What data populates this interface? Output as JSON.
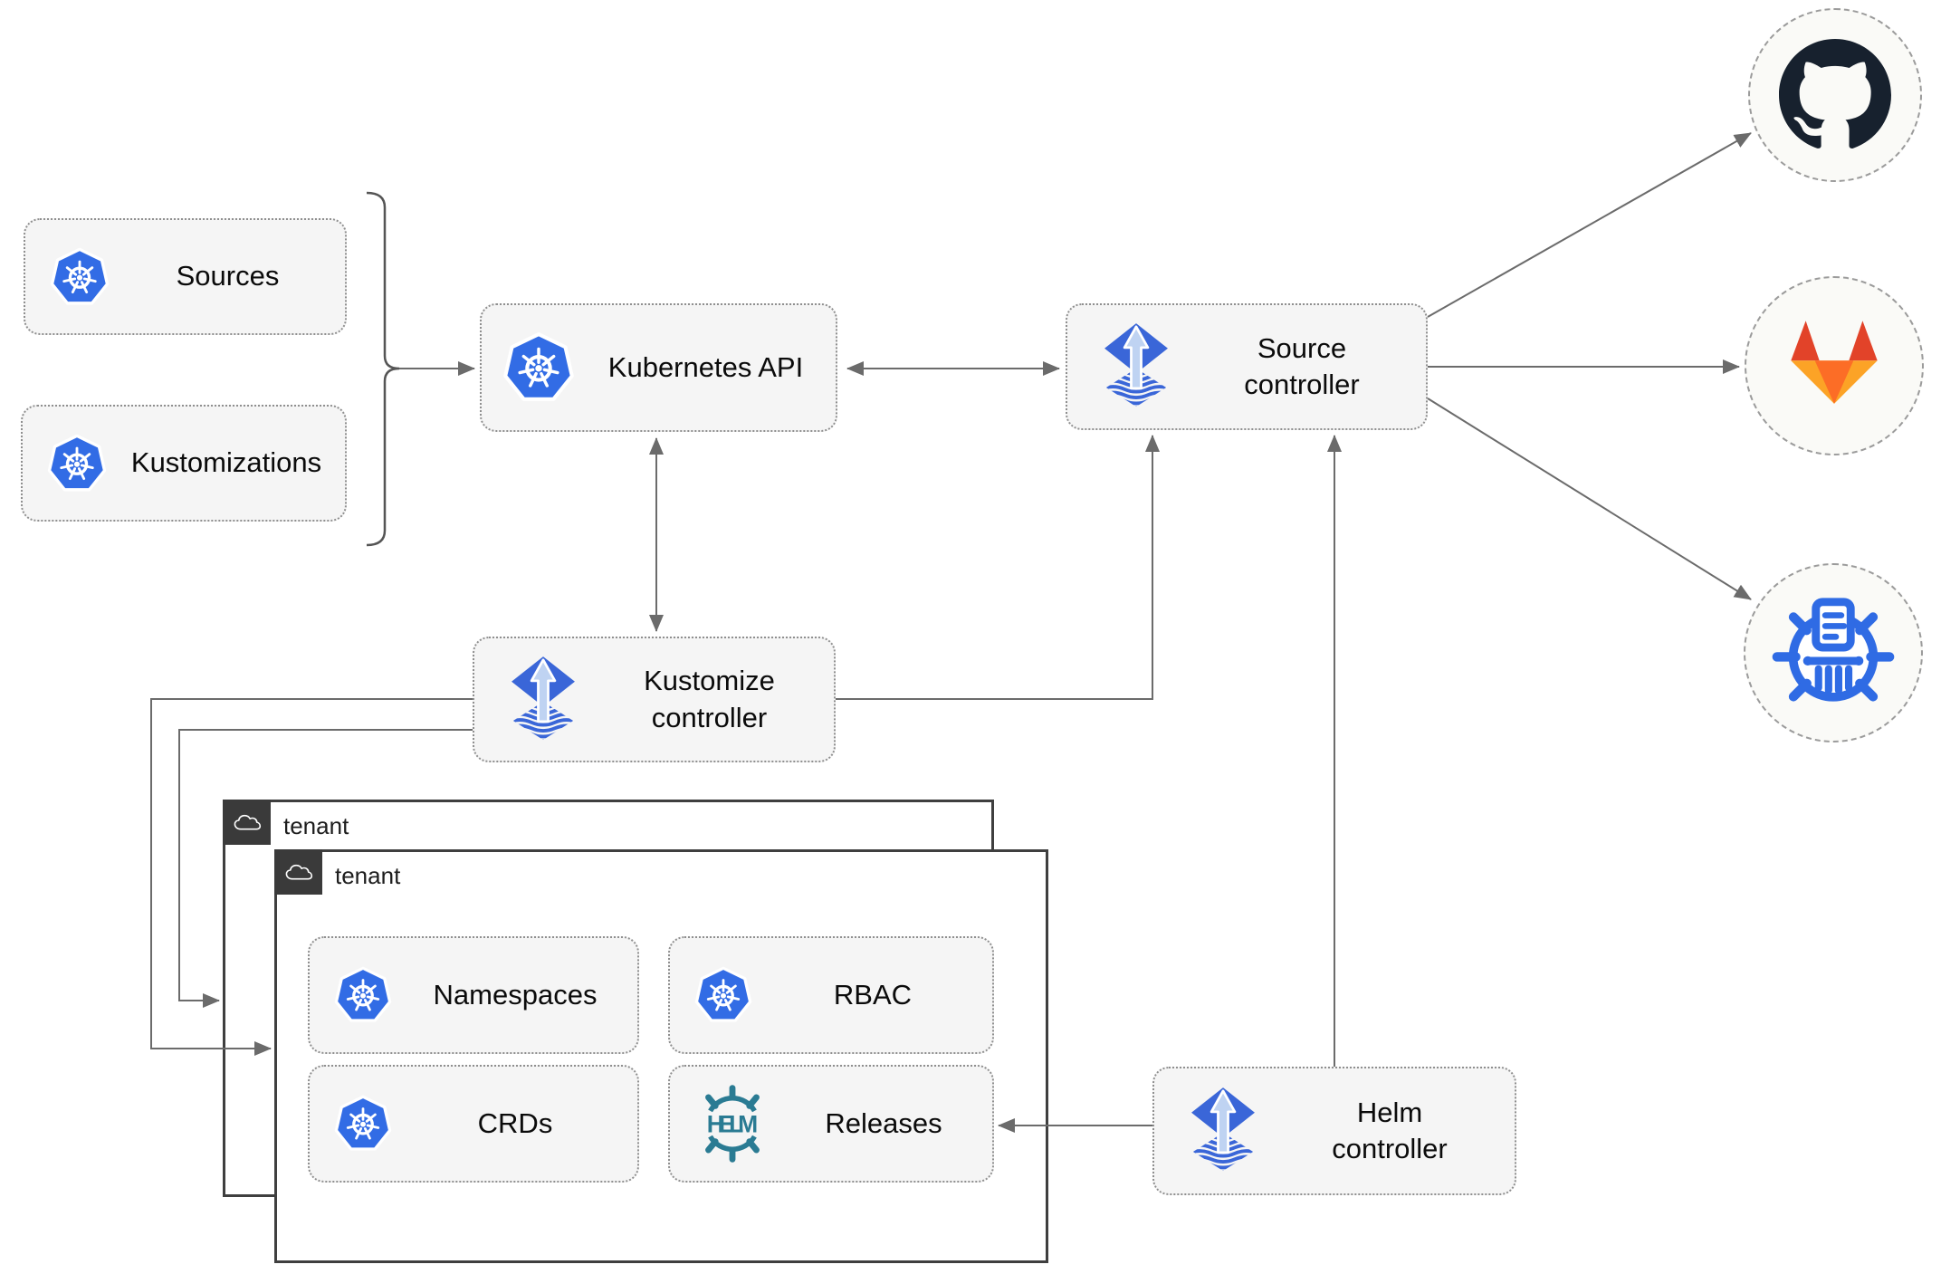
{
  "colors": {
    "k8s_blue": "#326CE5",
    "flux_blue": "#3A66D8",
    "flux_arrow": "#BFD3F2",
    "helm_teal": "#2A7B93",
    "github_dark": "#17212E",
    "gitlab_red": "#E24329",
    "gitlab_orange": "#FC6D26",
    "gitlab_yellow": "#FCA326",
    "chartmuseum_blue": "#2F6BE4",
    "line_gray": "#6B6B6B",
    "node_fill": "#F5F5F5",
    "node_border": "#8F8F8F",
    "tenant_border": "#3F3F3F",
    "tab_bg": "#3A3A3A",
    "circle_fill": "#FAFAF7",
    "circle_border": "#9B9B9B"
  },
  "nodes": {
    "sources": {
      "label": "Sources",
      "icon": "kubernetes-icon"
    },
    "kustomizations": {
      "label": "Kustomizations",
      "icon": "kubernetes-icon"
    },
    "kubernetes_api": {
      "label": "Kubernetes API",
      "icon": "kubernetes-icon"
    },
    "source_controller": {
      "label": "Source controller",
      "icon": "flux-icon"
    },
    "kustomize_controller": {
      "label": "Kustomize controller",
      "icon": "flux-icon"
    },
    "helm_controller": {
      "label": "Helm controller",
      "icon": "flux-icon"
    },
    "namespaces": {
      "label": "Namespaces",
      "icon": "kubernetes-icon"
    },
    "rbac": {
      "label": "RBAC",
      "icon": "kubernetes-icon"
    },
    "crds": {
      "label": "CRDs",
      "icon": "kubernetes-icon"
    },
    "releases": {
      "label": "Releases",
      "icon": "helm-icon"
    }
  },
  "groups": {
    "tenant_outer": {
      "label": "tenant",
      "icon": "cloud-icon"
    },
    "tenant_inner": {
      "label": "tenant",
      "icon": "cloud-icon"
    }
  },
  "external": {
    "github": {
      "icon": "github-icon"
    },
    "gitlab": {
      "icon": "gitlab-icon"
    },
    "chart_repository": {
      "icon": "chartmuseum-icon"
    }
  },
  "helm_logo_text": "HELM",
  "edges": [
    {
      "from": "sources-and-kustomizations",
      "to": "kubernetes_api",
      "type": "arrow"
    },
    {
      "from": "kubernetes_api",
      "to": "source_controller",
      "type": "double-arrow"
    },
    {
      "from": "kubernetes_api",
      "to": "kustomize_controller",
      "type": "double-arrow"
    },
    {
      "from": "kustomize_controller",
      "to": "source_controller",
      "type": "arrow"
    },
    {
      "from": "helm_controller",
      "to": "source_controller",
      "type": "arrow"
    },
    {
      "from": "helm_controller",
      "to": "releases",
      "type": "arrow"
    },
    {
      "from": "kustomize_controller",
      "to": "tenant_inner",
      "type": "arrow"
    },
    {
      "from": "kustomize_controller",
      "to": "tenant_outer",
      "type": "arrow"
    },
    {
      "from": "source_controller",
      "to": "github",
      "type": "arrow"
    },
    {
      "from": "source_controller",
      "to": "gitlab",
      "type": "arrow"
    },
    {
      "from": "source_controller",
      "to": "chart_repository",
      "type": "arrow"
    }
  ]
}
